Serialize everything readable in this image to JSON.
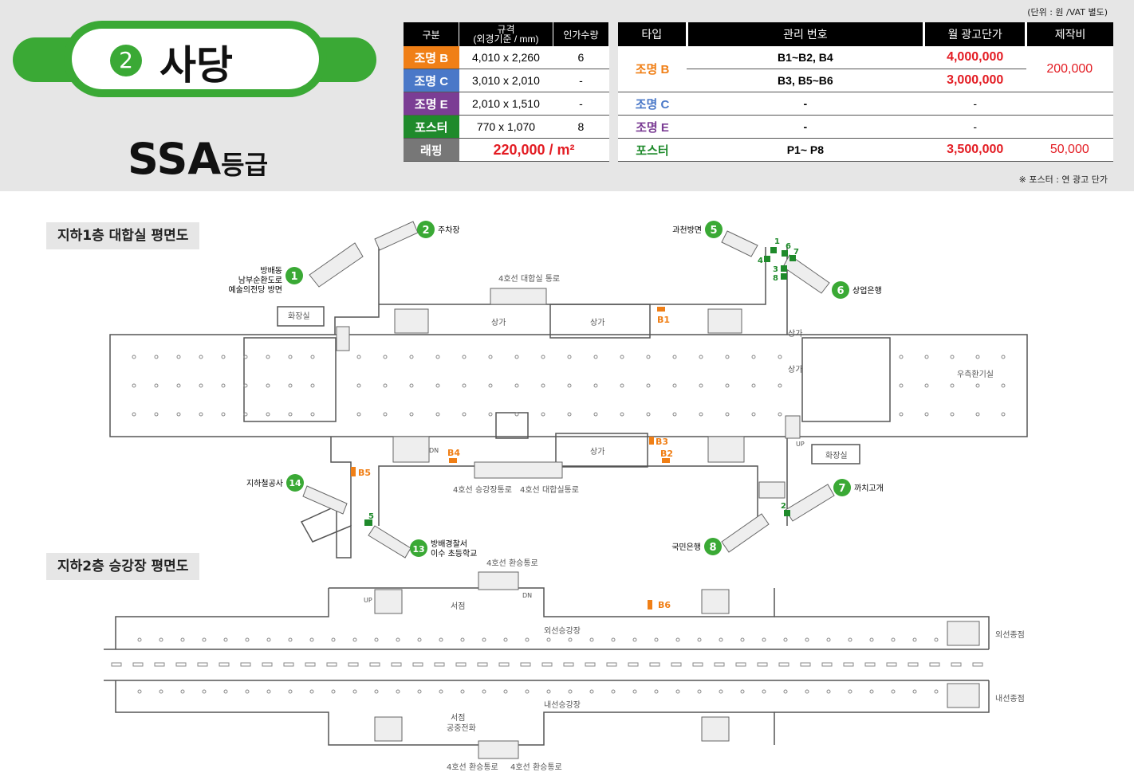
{
  "header": {
    "station_number": "2",
    "station_name": "사당",
    "grade_main": "SSA",
    "grade_suffix": "등급",
    "unit_note": "(단위 : 원 /VAT 별도)",
    "poster_note": "※ 포스터 : 연 광고 단가"
  },
  "spec_table": {
    "headers": [
      "구분",
      "규격",
      "(외경기준 / mm)",
      "인가수량"
    ],
    "rows": [
      {
        "label": "조명 B",
        "size": "4,010 x 2,260",
        "qty": "6"
      },
      {
        "label": "조명 C",
        "size": "3,010 x 2,010",
        "qty": "-"
      },
      {
        "label": "조명 E",
        "size": "2,010 x 1,510",
        "qty": "-"
      },
      {
        "label": "포스터",
        "size": "770 x 1,070",
        "qty": "8"
      },
      {
        "label": "래핑",
        "value": "220,000 / m²"
      }
    ]
  },
  "price_table": {
    "headers": [
      "타입",
      "관리 번호",
      "월 광고단가",
      "제작비"
    ],
    "rows": [
      {
        "type": "조명 B",
        "id1": "B1~B2, B4",
        "price1": "4,000,000",
        "id2": "B3, B5~B6",
        "price2": "3,000,000",
        "fee": "200,000"
      },
      {
        "type": "조명 C",
        "id": "-",
        "price": "-",
        "fee": ""
      },
      {
        "type": "조명 E",
        "id": "-",
        "price": "-",
        "fee": ""
      },
      {
        "type": "포스터",
        "id": "P1~ P8",
        "price": "3,500,000",
        "fee": "50,000"
      }
    ]
  },
  "floor1": {
    "title": "지하1층 대합실 평면도",
    "exits": {
      "e1": {
        "num": "1",
        "l1": "방배동",
        "l2": "남부순환도로",
        "l3": "예술의전당 방면"
      },
      "e2": {
        "num": "2",
        "label": "주차장"
      },
      "e5": {
        "num": "5",
        "label": "과천방면"
      },
      "e6": {
        "num": "6",
        "label": "상업은행"
      },
      "e7": {
        "num": "7",
        "label": "까치고개"
      },
      "e8": {
        "num": "8",
        "label": "국민은행"
      },
      "e13": {
        "num": "13",
        "l1": "방배경찰서",
        "l2": "이수 초등학교"
      },
      "e14": {
        "num": "14",
        "label": "지하철공사"
      }
    },
    "labels": {
      "line4_top": "4호선 대합실 통로",
      "line4_platform": "4호선 승강장통로",
      "line4_hall": "4호선 대합실통로",
      "toilet": "화장실",
      "toilet2": "화장실",
      "shop": "상가",
      "shop_b": "상가",
      "shop_c": "상가",
      "shop_d": "상가",
      "shop_e": "상가",
      "ventilation": "우측환기실",
      "dn": "DN",
      "up": "UP"
    },
    "ads": {
      "b1": "B1",
      "b2": "B2",
      "b3": "B3",
      "b4": "B4",
      "b5": "B5"
    },
    "posters": {
      "p1": "1",
      "p2": "2",
      "p3": "3",
      "p4": "4",
      "p5": "5",
      "p6": "6",
      "p7": "7",
      "p8": "8"
    }
  },
  "floor2": {
    "title": "지하2층 승강장 평면도",
    "labels": {
      "transfer_top": "4호선 환승통로",
      "outer_platform": "외선승강장",
      "inner_platform": "내선승강장",
      "outer_terminus": "외선종점",
      "inner_terminus": "내선종점",
      "bookstore": "서점",
      "bookstore2": "서점",
      "phone": "공중전화",
      "transfer_b1": "4호선 환승통로",
      "transfer_b2": "4호선 환승통로",
      "up": "UP",
      "dn": "DN"
    },
    "ads": {
      "b6": "B6"
    }
  },
  "colors": {
    "green": "#3aa935",
    "orange": "#f07f16",
    "red": "#e31c23",
    "poster_green": "#1f8a2b"
  }
}
